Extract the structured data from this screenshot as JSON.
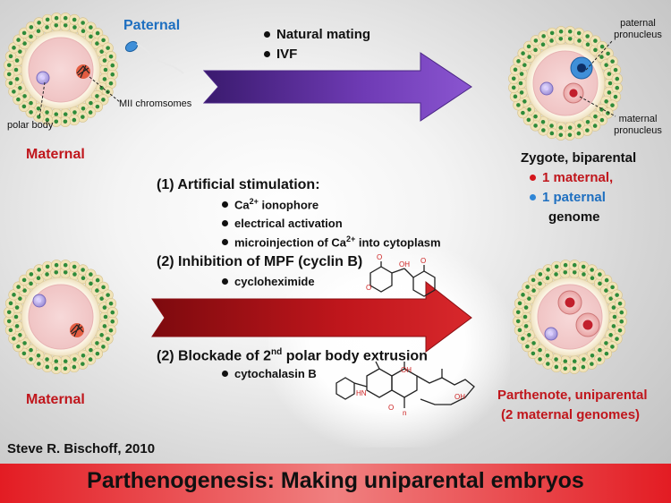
{
  "top": {
    "paternal_label": "Paternal",
    "maternal_label": "Maternal",
    "polar_body_label": "polar body",
    "mii_label": "MII chromsomes",
    "methods": [
      "Natural mating",
      "IVF"
    ]
  },
  "zygote": {
    "paternal_pronucleus_label": "paternal pronucleus",
    "maternal_pronucleus_label": "maternal pronucleus",
    "title": "Zygote, biparental",
    "maternal_line": "1 maternal,",
    "paternal_line": "1 paternal",
    "genome_line": "genome"
  },
  "stimulation": {
    "heading": "(1) Artificial stimulation:",
    "items": [
      {
        "prefix": "Ca",
        "sup": "2+",
        "suffix": " ionophore"
      },
      {
        "prefix": "electrical activation",
        "sup": "",
        "suffix": ""
      },
      {
        "prefix": "microinjection of Ca",
        "sup": "2+",
        "suffix": " into cytoplasm"
      }
    ]
  },
  "mpf": {
    "heading": "(2) Inhibition of MPF (cyclin B)",
    "item": "cycloheximide"
  },
  "blockade": {
    "heading_prefix": "(2) Blockade of 2",
    "heading_sup": "nd",
    "heading_suffix": " polar body extrusion",
    "item": "cytochalasin B"
  },
  "bottom": {
    "maternal_label": "Maternal",
    "parthenote_line1": "Parthenote, uniparental",
    "parthenote_line2": "(2 maternal genomes)"
  },
  "credit": "Steve R. Bischoff, 2010",
  "footer_title": "Parthenogenesis:  Making uniparental embryos",
  "colors": {
    "accent_red": "#c0161c",
    "accent_blue": "#1e6fc0",
    "arrow_purple": "#5b2a9e",
    "arrow_red": "#b01015",
    "granulosa_cell": "#f1e3b8",
    "granulosa_nucleus": "#2e8b3a"
  }
}
